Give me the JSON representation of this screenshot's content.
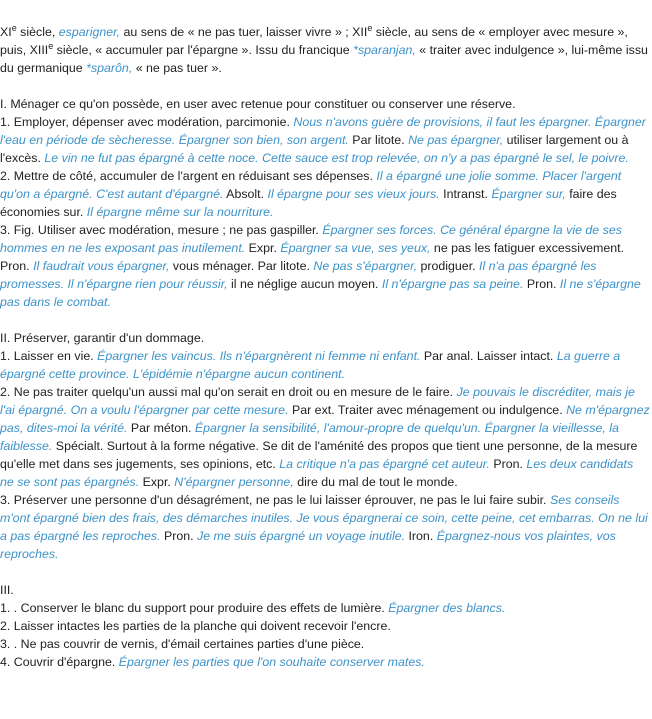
{
  "etymology": {
    "roman_xi": "XI",
    "sup_e": "e",
    "t_siecle1": " siècle, ",
    "ex_esparigner": "esparigner,",
    "t_sens1": " au sens de « ne pas tuer, laisser vivre » ; XII",
    "t_siecle2": " siècle, au sens de « employer avec mesure », puis, XIII",
    "t_siecle3": " siècle, « accumuler par l'épargne ». Issu du francique ",
    "ex_sparanjan": "*sparanjan,",
    "t_traiter": " « traiter avec indulgence », lui-même issu du germanique ",
    "ex_sparon": "*sparôn,",
    "t_end": " « ne pas tuer »."
  },
  "section1": {
    "heading": "I. Ménager ce qu'on possède, en user avec retenue pour constituer ou conserver une réserve.",
    "s1_text": "1. Employer, dépenser avec modération, parcimonie. ",
    "s1_ex1": "Nous n'avons guère de provisions, il faut les épargner. Épargner l'eau en période de sècheresse. Épargner son bien, son argent.",
    "s1_t2": " Par litote. ",
    "s1_ex2": "Ne pas épargner,",
    "s1_t3": " utiliser largement ou à l'excès. ",
    "s1_ex3": "Le vin ne fut pas épargné à cette noce. Cette sauce est trop relevée, on n'y a pas épargné le sel, le poivre.",
    "s2_text": "2. Mettre de côté, accumuler de l'argent en réduisant ses dépenses. ",
    "s2_ex1": "Il a épargné une jolie somme. Placer l'argent qu'on a épargné. C'est autant d'épargné.",
    "s2_t2": " Absolt. ",
    "s2_ex2": "Il épargne pour ses vieux jours.",
    "s2_t3": " Intranst. ",
    "s2_ex3": "Épargner sur,",
    "s2_t4": " faire des économies sur. ",
    "s2_ex4": "Il épargne même sur la nourriture.",
    "s3_text": "3. Fig. Utiliser avec modération, mesure ; ne pas gaspiller. ",
    "s3_ex1": "Épargner ses forces. Ce général épargne la vie de ses hommes en ne les exposant pas inutilement.",
    "s3_t2": " Expr. ",
    "s3_ex2": "Épargner sa vue, ses yeux,",
    "s3_t3": " ne pas les fatiguer excessivement. Pron. ",
    "s3_ex3": "Il faudrait vous épargner,",
    "s3_t4": " vous ménager. Par litote. ",
    "s3_ex4": "Ne pas s'épargner,",
    "s3_t5": " prodiguer. ",
    "s3_ex5": "Il n'a pas épargné les promesses. Il n'épargne rien pour réussir,",
    "s3_t6": " il ne néglige aucun moyen. ",
    "s3_ex6": "Il n'épargne pas sa peine.",
    "s3_t7": " Pron. ",
    "s3_ex7": "Il ne s'épargne pas dans le combat."
  },
  "section2": {
    "heading": "II. Préserver, garantir d'un dommage.",
    "s1_text": "1. Laisser en vie. ",
    "s1_ex1": "Épargner les vaincus. Ils n'épargnèrent ni femme ni enfant.",
    "s1_t2": " Par anal. Laisser intact. ",
    "s1_ex2": "La guerre a épargné cette province. L'épidémie n'épargne aucun continent.",
    "s2_text": "2. Ne pas traiter quelqu'un aussi mal qu'on serait en droit ou en mesure de le faire. ",
    "s2_ex1": "Je pouvais le discréditer, mais je l'ai épargné. On a voulu l'épargner par cette mesure.",
    "s2_t2": " Par ext. Traiter avec ménagement ou indulgence. ",
    "s2_ex2": "Ne m'épargnez pas, dites-moi la vérité.",
    "s2_t3": " Par méton. ",
    "s2_ex3": "Épargner la sensibilité, l'amour-propre de quelqu'un. Épargner la vieillesse, la faiblesse.",
    "s2_t4": " Spécialt. Surtout à la forme négative. Se dit de l'aménité des propos que tient une personne, de la mesure qu'elle met dans ses jugements, ses opinions, etc. ",
    "s2_ex4": "La critique n'a pas épargné cet auteur.",
    "s2_t5": " Pron. ",
    "s2_ex5": "Les deux candidats ne se sont pas épargnés.",
    "s2_t6": " Expr. ",
    "s2_ex6": "N'épargner personne,",
    "s2_t7": " dire du mal de tout le monde.",
    "s3_text": "3. Préserver une personne d'un désagrément, ne pas le lui laisser éprouver, ne pas le lui faire subir. ",
    "s3_ex1": "Ses conseils m'ont épargné bien des frais, des démarches inutiles. Je vous épargnerai ce soin, cette peine, cet embarras. On ne lui a pas épargné les reproches.",
    "s3_t2": " Pron. ",
    "s3_ex2": "Je me suis épargné un voyage inutile.",
    "s3_t3": " Iron. ",
    "s3_ex3": "Épargnez-nous vos plaintes, vos reproches."
  },
  "section3": {
    "heading": "III.",
    "s1_text": "1. . Conserver le blanc du support pour produire des effets de lumière. ",
    "s1_ex1": "Épargner des blancs.",
    "s2_text": "2. Laisser intactes les parties de la planche qui doivent recevoir l'encre.",
    "s3_text": "3. . Ne pas couvrir de vernis, d'émail certaines parties d'une pièce.",
    "s4_text": "4. Couvrir d'épargne. ",
    "s4_ex1": "Épargner les parties que l'on souhaite conserver mates."
  },
  "colors": {
    "text": "#222222",
    "example": "#3c92c9",
    "background": "#ffffff"
  }
}
